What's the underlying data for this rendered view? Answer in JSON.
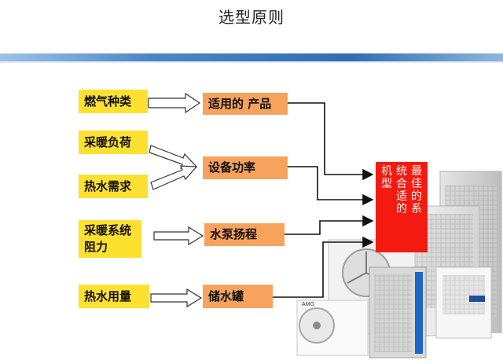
{
  "title": "选型原则",
  "inputs": [
    "燃气种类",
    "采暖负荷",
    "热水需求",
    "采暖系统阻力",
    "热水用量"
  ],
  "outputs": [
    "适用的 产品",
    "设备功率",
    "水泵扬程",
    "储水罐"
  ],
  "result": {
    "col1": "最佳的系",
    "col2": "统合适的",
    "col3": "机型"
  },
  "colors": {
    "input_box": "#fde030",
    "output_box": "#f7a25d",
    "result_box": "#f41a10"
  },
  "product_logo_text": "AMG"
}
